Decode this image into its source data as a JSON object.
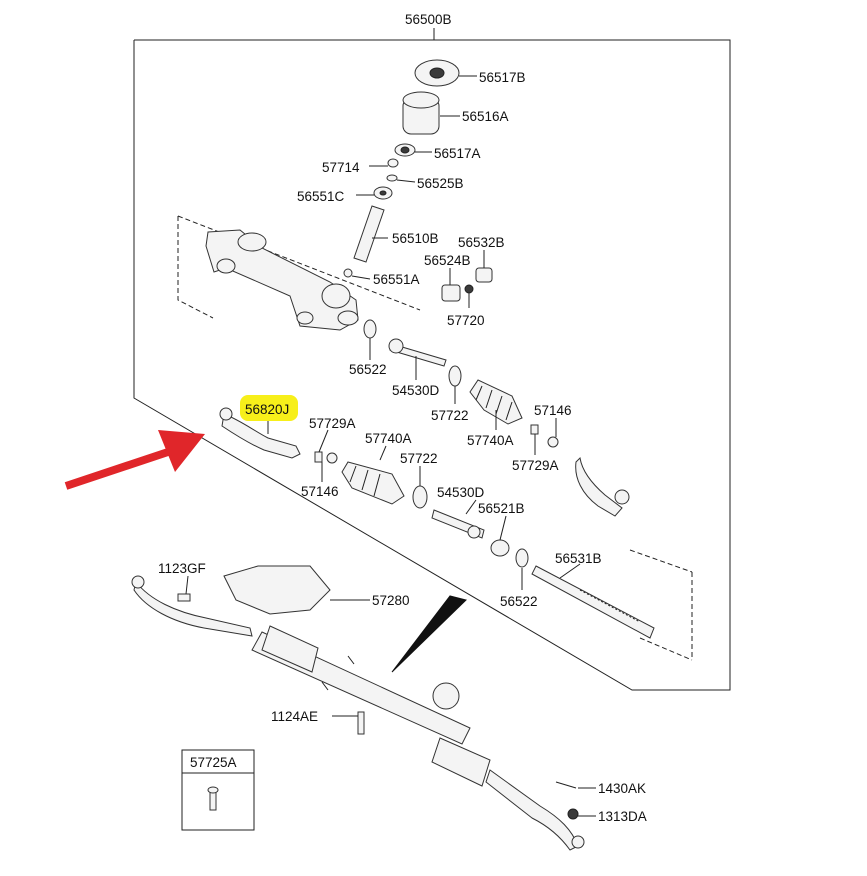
{
  "diagram": {
    "assembly_label": "56500B",
    "highlight_color": "#f7ef1a",
    "arrow_color": "#e0262a",
    "highlighted_part": "56820J",
    "parts": {
      "p56517B": "56517B",
      "p56516A": "56516A",
      "p56517A": "56517A",
      "p57714": "57714",
      "p56525B": "56525B",
      "p56551C": "56551C",
      "p56510B": "56510B",
      "p56532B": "56532B",
      "p56524B": "56524B",
      "p56551A": "56551A",
      "p57720": "57720",
      "p56522a": "56522",
      "p54530Da": "54530D",
      "p57722a": "57722",
      "p57740Aa": "57740A",
      "p57146a": "57146",
      "p57729Aa": "57729A",
      "p56820J": "56820J",
      "p57729Ab": "57729A",
      "p57740Ab": "57740A",
      "p57722b": "57722",
      "p57146b": "57146",
      "p54530Db": "54530D",
      "p56521B": "56521B",
      "p56531B": "56531B",
      "p56522b": "56522",
      "p1123GF": "1123GF",
      "p57280": "57280",
      "p1124AE": "1124AE",
      "p57725A": "57725A",
      "p1430AK": "1430AK",
      "p1313DA": "1313DA"
    }
  }
}
